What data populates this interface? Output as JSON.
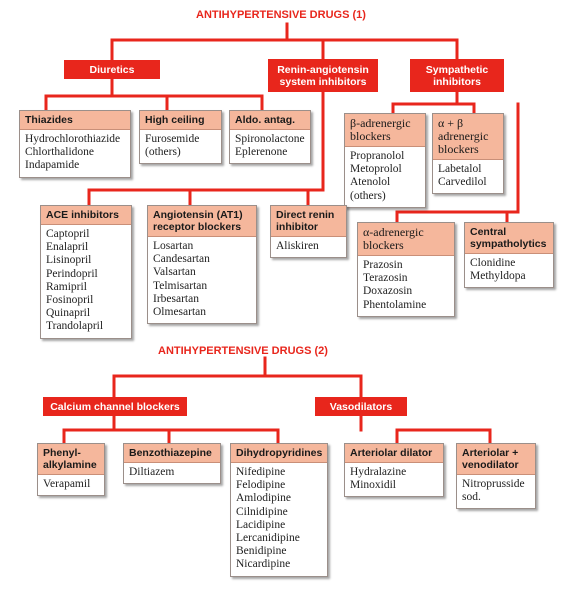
{
  "diagram1": {
    "title": "ANTIHYPERTENSIVE DRUGS (1)",
    "groups": {
      "diuretics": "Diuretics",
      "ras": "Renin-angiotensin\nsystem inhibitors",
      "sympathetic": "Sympathetic\ninhibitors"
    },
    "thiazides": {
      "title": "Thiazides",
      "items": [
        "Hydrochlorothiazide",
        "Chlorthalidone",
        "Indapamide"
      ]
    },
    "high_ceiling": {
      "title": "High ceiling",
      "items": [
        "Furosemide\n(others)"
      ]
    },
    "aldo": {
      "title": "Aldo. antag.",
      "items": [
        "Spironolactone",
        "Eplerenone"
      ]
    },
    "beta": {
      "title": "β-adrenergic\nblockers",
      "items": [
        "Propranolol",
        "Metoprolol",
        "Atenolol",
        "(others)"
      ]
    },
    "alphabeta": {
      "title": "α + β\nadrenergic\nblockers",
      "items": [
        "Labetalol",
        "Carvedilol"
      ]
    },
    "ace": {
      "title": "ACE inhibitors",
      "items": [
        "Captopril",
        "Enalapril",
        "Lisinopril",
        "Perindopril",
        "Ramipril",
        "Fosinopril",
        "Quinapril",
        "Trandolapril"
      ]
    },
    "arb": {
      "title": "Angiotensin (AT1)\nreceptor blockers",
      "items": [
        "Losartan",
        "Candesartan",
        "Valsartan",
        "Telmisartan",
        "Irbesartan",
        "Olmesartan"
      ]
    },
    "renin": {
      "title": "Direct renin\ninhibitor",
      "items": [
        "Aliskiren"
      ]
    },
    "alpha": {
      "title": "α-adrenergic\nblockers",
      "items": [
        "Prazosin",
        "Terazosin",
        "Doxazosin",
        "Phentolamine"
      ]
    },
    "central": {
      "title": "Central\nsympatholytics",
      "items": [
        "Clonidine",
        "Methyldopa"
      ]
    }
  },
  "diagram2": {
    "title": "ANTIHYPERTENSIVE DRUGS (2)",
    "groups": {
      "ccb": "Calcium channel blockers",
      "vaso": "Vasodilators"
    },
    "phenyl": {
      "title": "Phenyl-\nalkylamine",
      "items": [
        "Verapamil"
      ]
    },
    "benzo": {
      "title": "Benzothiazepine",
      "items": [
        "Diltiazem"
      ]
    },
    "dihydro": {
      "title": "Dihydropyridines",
      "items": [
        "Nifedipine",
        "Felodipine",
        "Amlodipine",
        "Cilnidipine",
        "Lacidipine",
        "Lercanidipine",
        "Benidipine",
        "Nicardipine"
      ]
    },
    "arteriolar": {
      "title": "Arteriolar dilator",
      "items": [
        "Hydralazine",
        "Minoxidil"
      ]
    },
    "arterveno": {
      "title": "Arteriolar +\nvenodilator",
      "items": [
        "Nitroprusside\nsod."
      ]
    }
  },
  "colors": {
    "accent": "#e8261c",
    "header_fill": "#f5b79c"
  }
}
